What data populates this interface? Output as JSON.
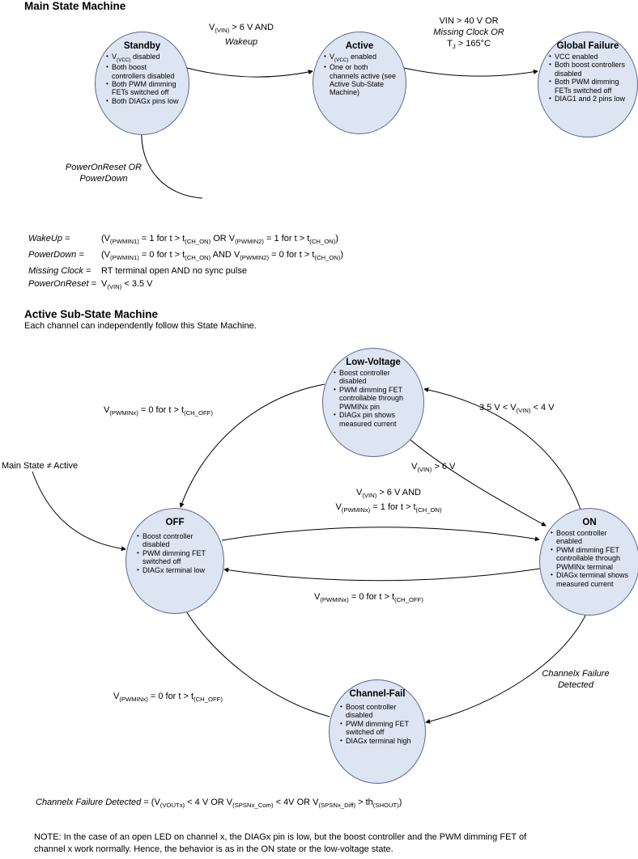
{
  "palette": {
    "page_bg": "#ffffff",
    "state_fill": "#dde4f2",
    "state_border": "#5c6a8e",
    "arrow_color": "#000000"
  },
  "main_machine": {
    "title": "Main State Machine",
    "states": {
      "standby": {
        "title": "Standby",
        "bullets": [
          "V_(VCC) disabled",
          "Both boost controllers disabled",
          "Both PWM dimming FETs switched off",
          "Both DIAGx pins low"
        ]
      },
      "active": {
        "title": "Active",
        "bullets": [
          "V_(VCC)  enabled",
          "One or both channels active (see Active Sub-State Machine)"
        ]
      },
      "global_failure": {
        "title": "Global Failure",
        "bullets": [
          "VCC enabled",
          "Both boost controllers disabled",
          "Both PWM dimming FETs switched off",
          "DIAG1 and 2 pins low"
        ]
      }
    },
    "transitions": {
      "standby_to_active_line1": "V_(VIN) > 6 V  AND",
      "standby_to_active_line2": "Wakeup",
      "active_to_failure_line1": "VIN > 40 V OR",
      "active_to_failure_line2": "Missing Clock OR",
      "active_to_failure_line3": "T_{J} > 165°C",
      "reset_line1": "PowerOnReset OR",
      "reset_line2": "PowerDown"
    },
    "definitions": [
      {
        "term": "WakeUp =",
        "definition": "(V_(PWMIN1) = 1 for t > t_(CH_ON) OR V_(PWMIN2) = 1 for t > t_(CH_ON))"
      },
      {
        "term": "PowerDown =",
        "definition": "(V_(PWMIN1) = 0 for t > t_(CH_ON) AND V_(PWMIN2) = 0 for t > t_(CH_ON))"
      },
      {
        "term": "Missing Clock =",
        "definition": "RT terminal open AND no sync pulse"
      },
      {
        "term": "PowerOnReset =",
        "definition": "V_(VIN) < 3.5 V"
      }
    ]
  },
  "sub_machine": {
    "title": "Active Sub-State Machine",
    "subtitle": "Each channel can independently follow this State Machine.",
    "states": {
      "low_voltage": {
        "title": "Low-Voltage",
        "bullets": [
          "Boost controller disabled",
          "PWM dimming FET controllable through PWMINx pin",
          "DIAGx pin  shows measured current"
        ]
      },
      "off": {
        "title": "OFF",
        "bullets": [
          "Boost controller disabled",
          "PWM dimming FET switched off",
          "DIAGx terminal low"
        ]
      },
      "on": {
        "title": "ON",
        "bullets": [
          "Boost controller enabled",
          "PWM dimming FET controllable through PWMINx terminal",
          "DIAGx terminal  shows measured current"
        ]
      },
      "channel_fail": {
        "title": "Channel-Fail",
        "bullets": [
          "Boost controller disabled",
          "PWM dimming FET switched off",
          "DIAGx terminal high"
        ]
      }
    },
    "transitions": {
      "low_voltage_to_off": "V_(PWMINx) = 0 for t > t_(CH_OFF)",
      "on_to_low_voltage": "3.5 V < V_(VIN) < 4 V",
      "low_voltage_to_on": "V_(VIN) > 6 V",
      "main_state_not_active": "Main State ≠ Active",
      "off_to_on_line1": "V_(VIN) > 6 V AND",
      "off_to_on_line2": "V_(PWMINx) = 1 for t > t_(CH_ON)",
      "on_to_off": "V_(PWMINx) = 0 for t > t_(CH_OFF)",
      "on_to_channel_fail_line1": "Channelx Failure",
      "on_to_channel_fail_line2": "Detected",
      "channel_fail_to_off": "V_(PWMINx) = 0 for t > t_(CH_OFF)"
    }
  },
  "footnotes": {
    "failure_definition_term": "Channelx Failure Detected = ",
    "failure_definition_body": "(V_(VOUTx) < 4 V OR V_(SPSNx_Com) < 4V OR V_(SPSNx_Diff) > th_(SHOUT))",
    "note": "NOTE: In the case of an open LED on channel x, the DIAGx pin is low, but the boost controller and the PWM dimming FET of channel x work normally. Hence, the behavior is as in the ON state or the low-voltage state."
  }
}
